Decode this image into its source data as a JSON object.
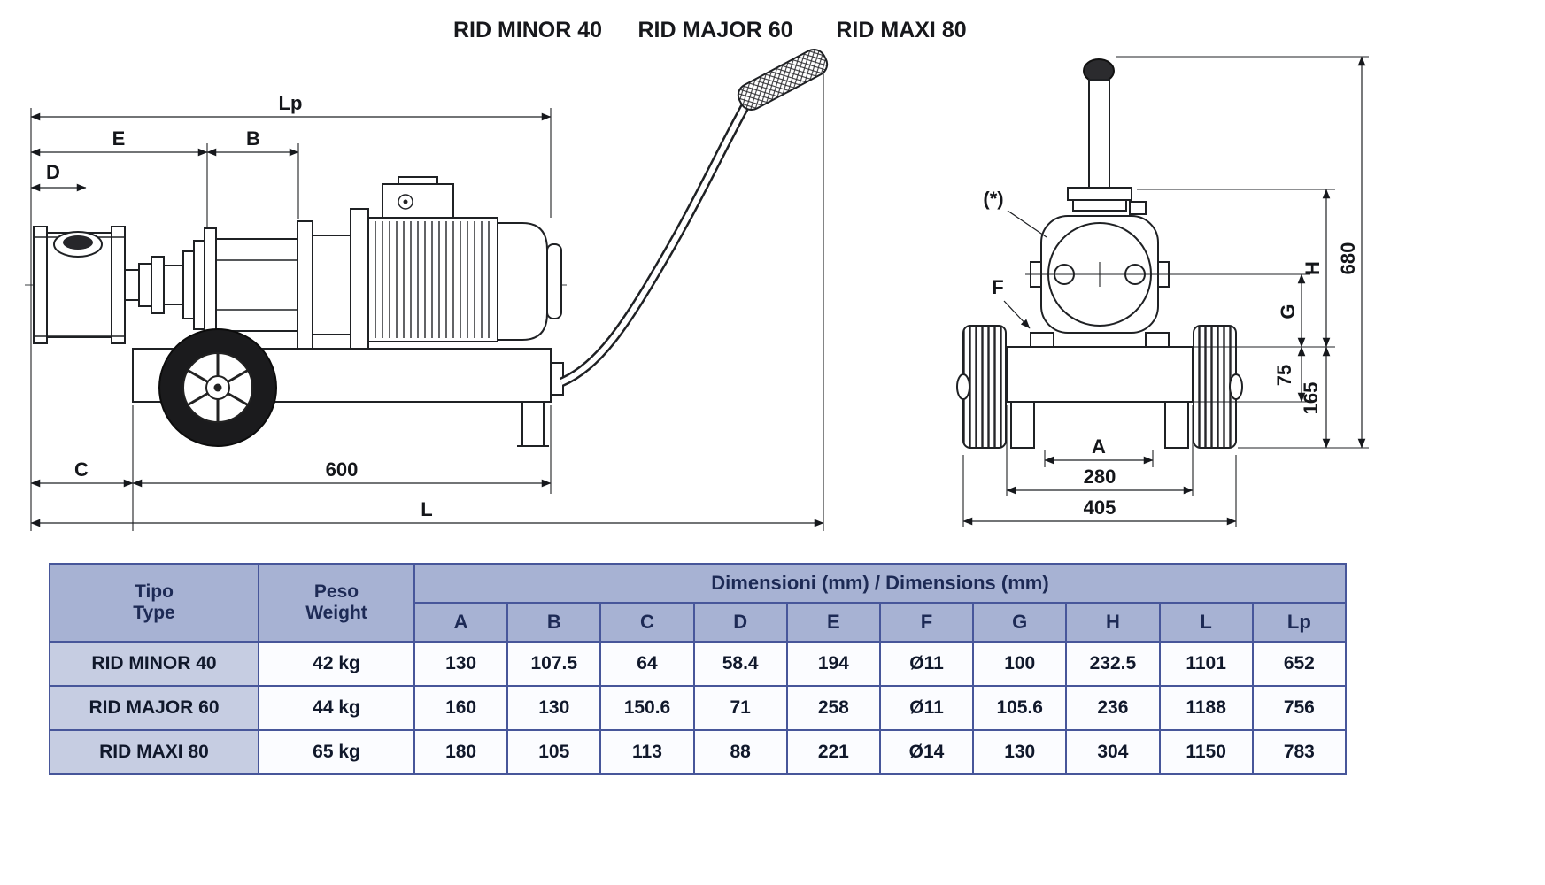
{
  "titles": {
    "model1": "RID MINOR 40",
    "model2": "RID MAJOR 60",
    "model3": "RID MAXI 80"
  },
  "side_view": {
    "dim_lp": "Lp",
    "dim_e": "E",
    "dim_b": "B",
    "dim_d": "D",
    "dim_c": "C",
    "dim_600": "600",
    "dim_l": "L"
  },
  "front_view": {
    "note_star": "(*)",
    "dim_f": "F",
    "dim_h": "H",
    "dim_g": "G",
    "dim_680": "680",
    "dim_75": "75",
    "dim_165": "165",
    "dim_a": "A",
    "dim_280": "280",
    "dim_405": "405"
  },
  "table": {
    "tipo": "Tipo",
    "type": "Type",
    "peso": "Peso",
    "weight": "Weight",
    "dims_header": "Dimensioni (mm) / Dimensions (mm)",
    "columns": [
      "A",
      "B",
      "C",
      "D",
      "E",
      "F",
      "G",
      "H",
      "L",
      "Lp"
    ],
    "rows": [
      {
        "model": "RID MINOR 40",
        "weight": "42 kg",
        "v": [
          "130",
          "107.5",
          "64",
          "58.4",
          "194",
          "Ø11",
          "100",
          "232.5",
          "1101",
          "652"
        ]
      },
      {
        "model": "RID MAJOR 60",
        "weight": "44 kg",
        "v": [
          "160",
          "130",
          "150.6",
          "71",
          "258",
          "Ø11",
          "105.6",
          "236",
          "1188",
          "756"
        ]
      },
      {
        "model": "RID MAXI 80",
        "weight": "65 kg",
        "v": [
          "180",
          "105",
          "113",
          "88",
          "221",
          "Ø14",
          "130",
          "304",
          "1150",
          "783"
        ]
      }
    ]
  }
}
